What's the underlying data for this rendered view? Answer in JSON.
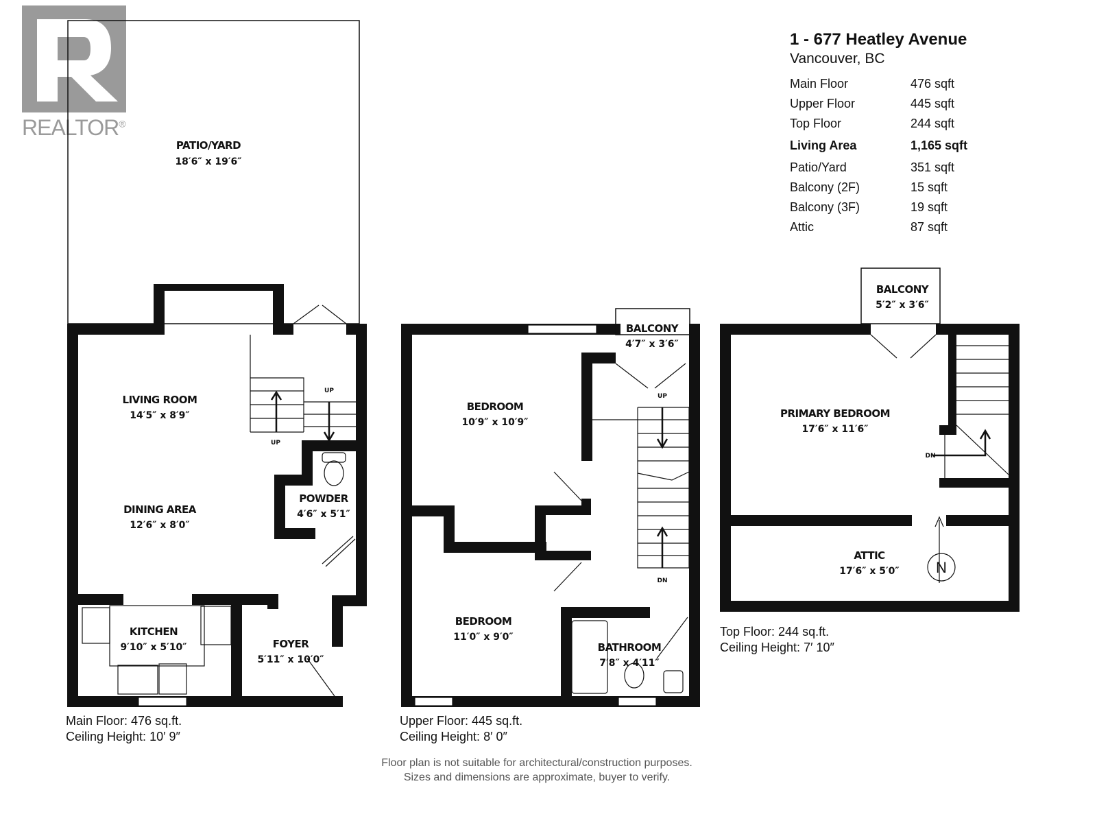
{
  "logo": {
    "text": "REALTOR",
    "mark": "®"
  },
  "header": {
    "address": "1 - 677 Heatley Avenue",
    "city": "Vancouver, BC"
  },
  "areas": [
    {
      "label": "Main Floor",
      "value": "476 sqft"
    },
    {
      "label": "Upper Floor",
      "value": "445 sqft"
    },
    {
      "label": "Top Floor",
      "value": "244 sqft"
    },
    {
      "label": "Living Area",
      "value": "1,165 sqft",
      "bold": true
    },
    {
      "label": "Patio/Yard",
      "value": "351 sqft"
    },
    {
      "label": "Balcony (2F)",
      "value": "15 sqft"
    },
    {
      "label": "Balcony (3F)",
      "value": "19 sqft"
    },
    {
      "label": "Attic",
      "value": "87 sqft"
    }
  ],
  "rooms": {
    "patio": {
      "name": "PATIO/YARD",
      "dim": "18′6″ x 19′6″"
    },
    "living": {
      "name": "LIVING ROOM",
      "dim": "14′5″ x 8′9″"
    },
    "dining": {
      "name": "DINING AREA",
      "dim": "12′6″ x 8′0″"
    },
    "powder": {
      "name": "POWDER",
      "dim": "4′6″ x 5′1″"
    },
    "kitchen": {
      "name": "KITCHEN",
      "dim": "9′10″ x 5′10″"
    },
    "foyer": {
      "name": "FOYER",
      "dim": "5′11″ x 10′0″"
    },
    "bedroom1": {
      "name": "BEDROOM",
      "dim": "10′9″ x 10′9″"
    },
    "bedroom2": {
      "name": "BEDROOM",
      "dim": "11′0″ x 9′0″"
    },
    "balcony2": {
      "name": "BALCONY",
      "dim": "4′7″ x 3′6″"
    },
    "bathroom": {
      "name": "BATHROOM",
      "dim": "7′8″ x 4′11″"
    },
    "balcony3": {
      "name": "BALCONY",
      "dim": "5′2″ x 3′6″"
    },
    "primary": {
      "name": "PRIMARY BEDROOM",
      "dim": "17′6″ x 11′6″"
    },
    "attic": {
      "name": "ATTIC",
      "dim": "17′6″ x 5′0″"
    }
  },
  "stairs": {
    "up": "UP",
    "dn": "DN"
  },
  "compass": "N",
  "floors": {
    "main": {
      "line1": "Main Floor: 476 sq.ft.",
      "line2": "Ceiling Height: 10′ 9″"
    },
    "upper": {
      "line1": "Upper Floor: 445 sq.ft.",
      "line2": "Ceiling Height: 8′ 0″"
    },
    "top": {
      "line1": "Top Floor: 244 sq.ft.",
      "line2": "Ceiling Height: 7′ 10″"
    }
  },
  "disclaimer": {
    "line1": "Floor plan is not suitable for architectural/construction purposes.",
    "line2": "Sizes and dimensions are approximate, buyer to verify."
  }
}
